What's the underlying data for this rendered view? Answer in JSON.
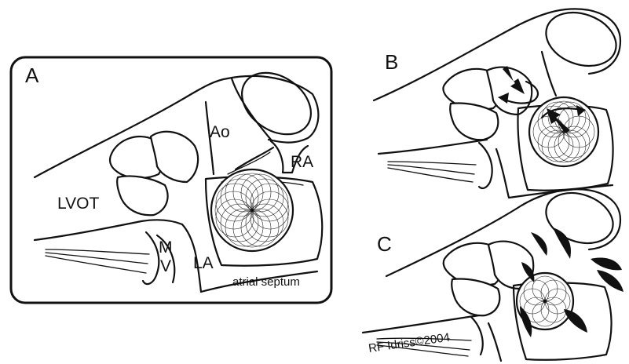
{
  "panels": {
    "a": {
      "letter": "A",
      "labels": {
        "ao": "Ao",
        "ra": "RA",
        "lvot": "LVOT",
        "m": "M",
        "v": "V",
        "la": "LA",
        "septum": "atrial septum"
      }
    },
    "b": {
      "letter": "B"
    },
    "c": {
      "letter": "C"
    }
  },
  "credit": "RF Idriss©2004",
  "colors": {
    "ink": "#111111",
    "background": "#ffffff"
  }
}
